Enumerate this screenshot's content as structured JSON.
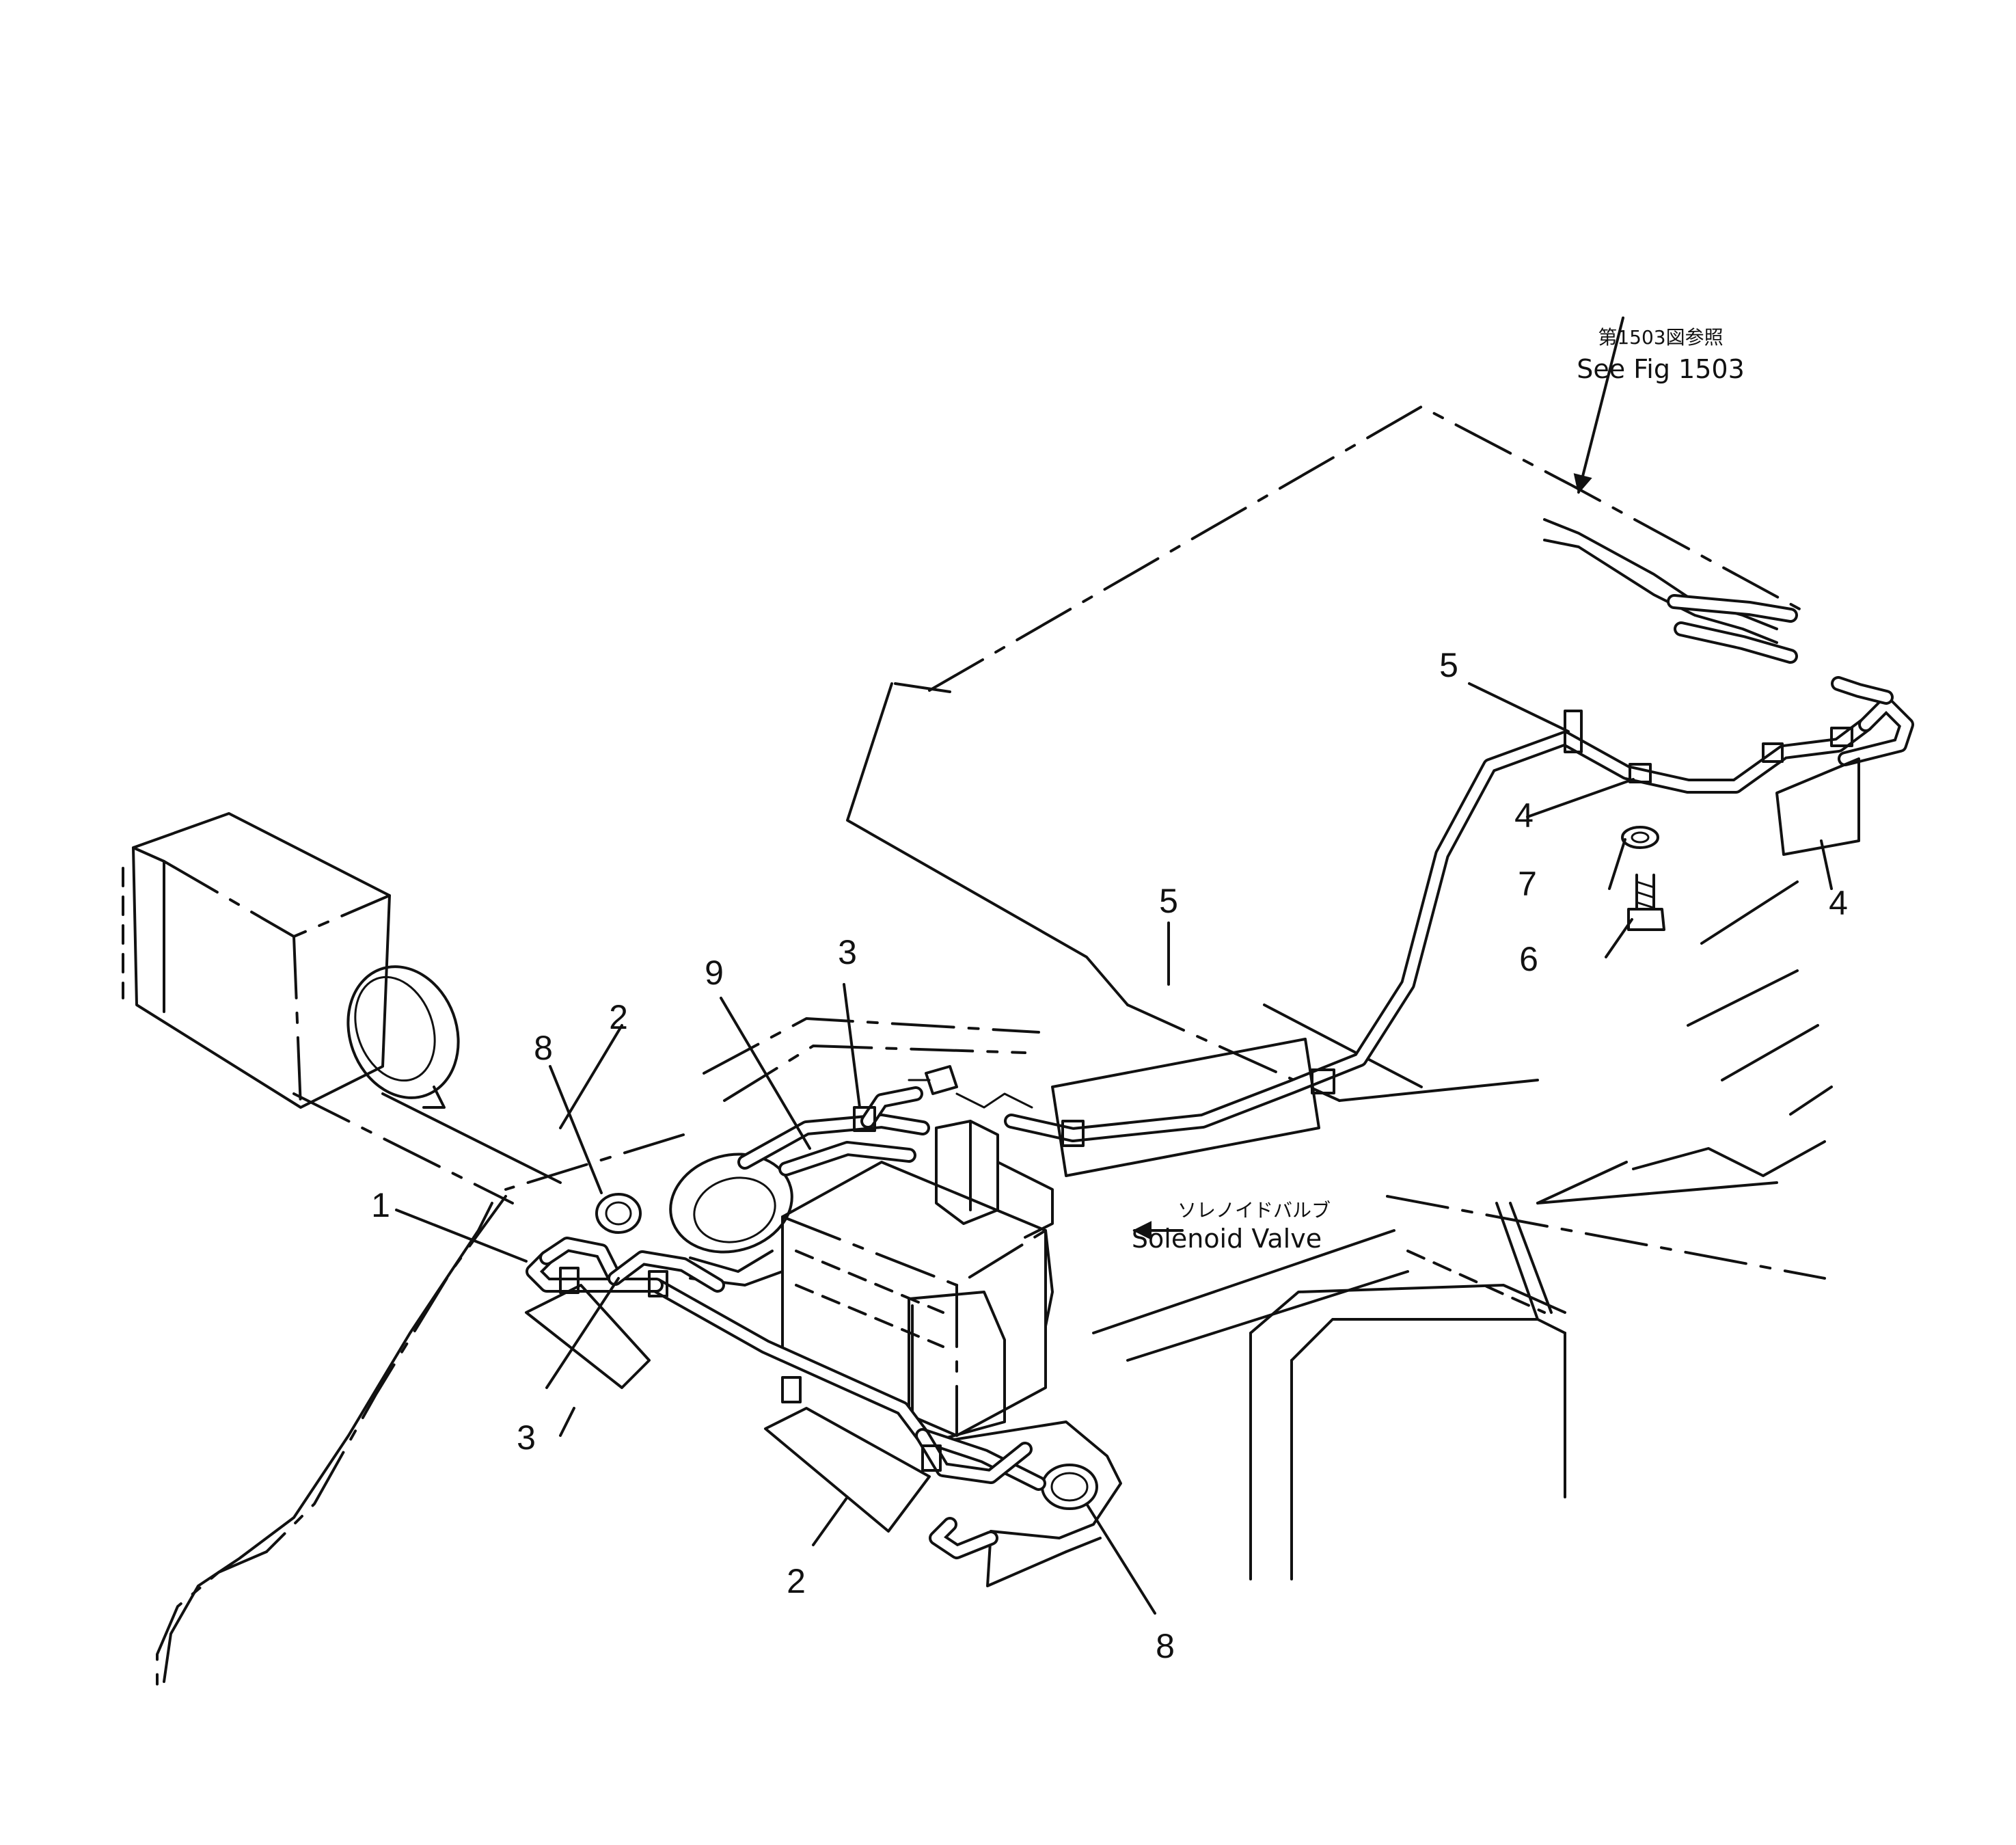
{
  "callouts": {
    "c1": "1",
    "c2a": "2",
    "c2b": "2",
    "c3a": "3",
    "c3b": "3",
    "c4a": "4",
    "c4b": "4",
    "c5a": "5",
    "c5b": "5",
    "c6": "6",
    "c7": "7",
    "c8a": "8",
    "c8b": "8",
    "c9": "9"
  },
  "references": {
    "fig_ref_jp": "第1503図参照",
    "fig_ref_en": "See Fig 1503"
  },
  "labels": {
    "solenoid_valve_jp": "ソレノイドバルブ",
    "solenoid_valve_en": "Solenoid Valve"
  }
}
